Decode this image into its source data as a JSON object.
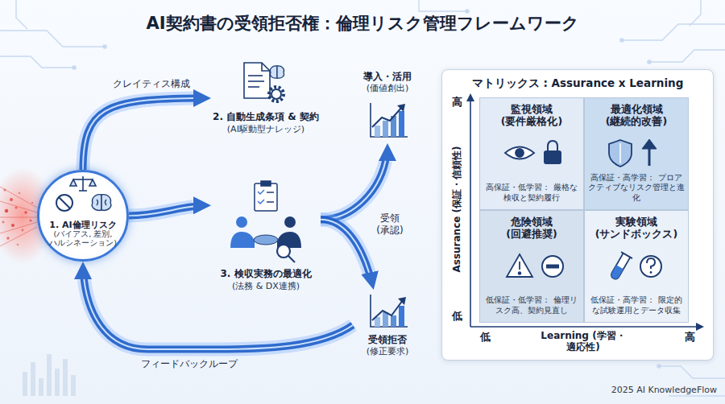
{
  "diagram": {
    "title": "AI契約書の受領拒否権：倫理リスク管理フレームワーク",
    "nodes": [
      {
        "text": [
          "1. AI倫理リスク",
          "(バイアス, 差別, ハルシネーション)"
        ]
      },
      {
        "text": [
          "2. 自動生成条項 & 契約",
          "(AI駆動型ナレッジ)"
        ]
      },
      {
        "text": [
          "3. 検収実務の最適化",
          "(法務 & DX連携)"
        ]
      },
      {
        "text": [
          "導入・活用",
          "(価値創出)"
        ]
      },
      {
        "text": [
          "受領拒否",
          "(修正要求)"
        ]
      },
      {
        "text": [
          "マトリックス : Assurance x Learning"
        ]
      },
      {
        "text": [
          "監視領域 (要件厳格化)",
          "高保証・低学習： 厳格な検収と契約履行"
        ],
        "in": 5
      },
      {
        "text": [
          "最適化領域 (継続的改善)",
          "高保証・高学習： プロアクティブなリスク管理と進化"
        ],
        "in": 5
      },
      {
        "text": [
          "危険領域 (回避推奨)",
          "低保証・低学習： 倫理リスク高、契約見直し"
        ],
        "in": 5
      },
      {
        "text": [
          "実験領域 (サンドボックス)",
          "低保証・高学習： 限定的な試験運用とデータ収集"
        ],
        "in": 5
      }
    ],
    "edges": [
      {
        "from": 0,
        "to": 1,
        "arrow": "to",
        "label": "クレイティス構成"
      },
      {
        "from": 0,
        "to": 2,
        "arrow": "to"
      },
      {
        "from": 2,
        "to": 3,
        "arrow": "to",
        "label": "受領 (承認)"
      },
      {
        "from": 2,
        "to": 4,
        "arrow": "to"
      },
      {
        "from": 4,
        "to": 0,
        "arrow": "to",
        "label": "フィードバックループ"
      }
    ],
    "labels": [
      "高",
      "低",
      "Assurance (保証・信頼性)",
      "低",
      "Learning (学習・適応性)",
      "高",
      "2025 AI KnowledgeFlow"
    ]
  }
}
